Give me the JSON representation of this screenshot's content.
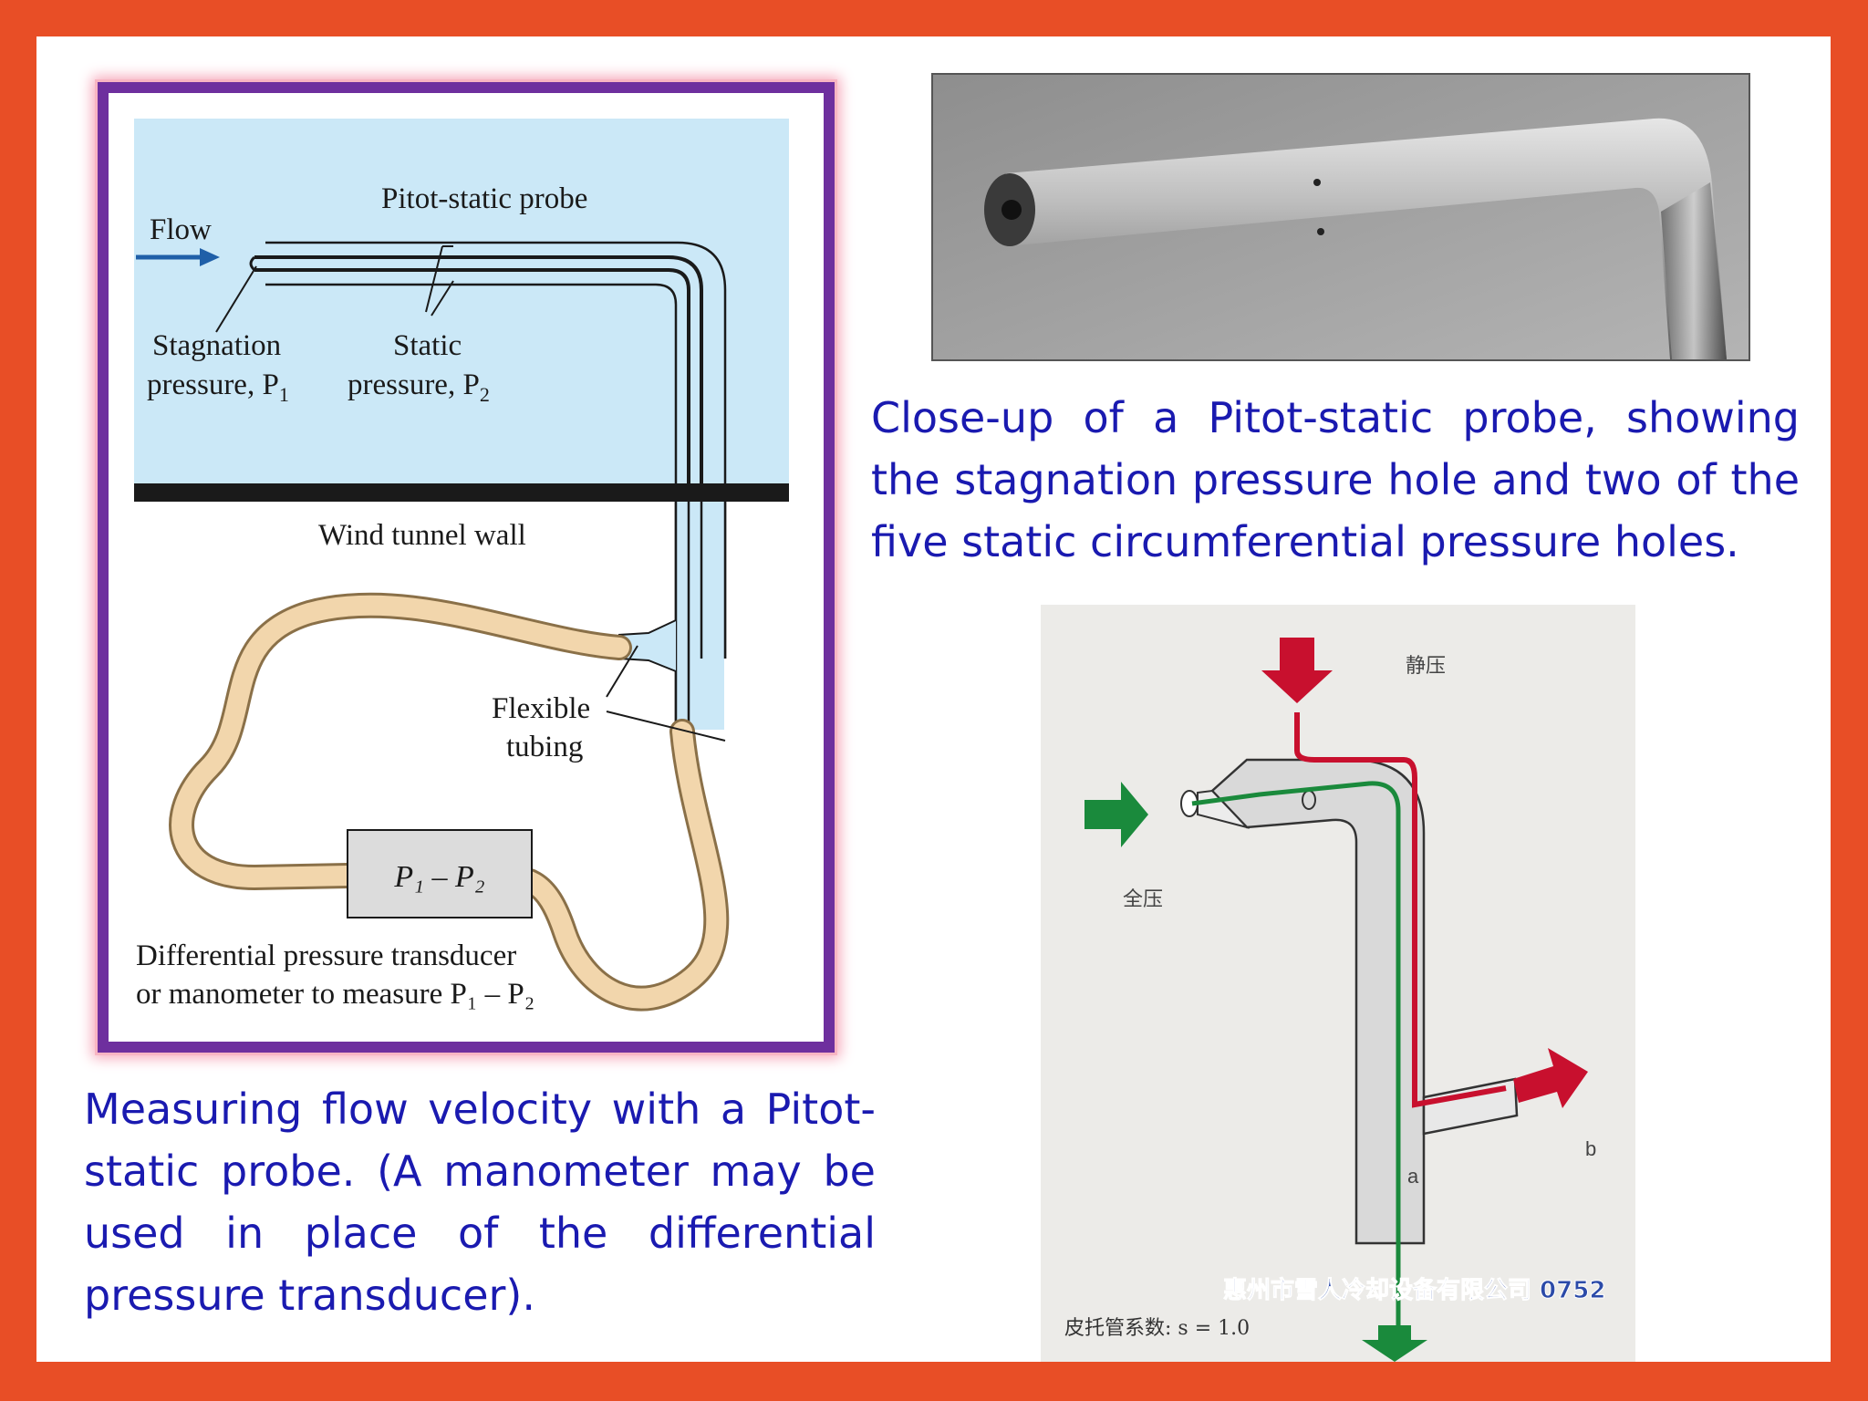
{
  "diagram": {
    "probe_label": "Pitot-static probe",
    "flow_label": "Flow",
    "stagnation_label_line1": "Stagnation",
    "stagnation_label_line2": "pressure, P",
    "stagnation_sub": "1",
    "static_label_line1": "Static",
    "static_label_line2": "pressure, P",
    "static_sub": "2",
    "wall_label": "Wind tunnel wall",
    "tubing_line1": "Flexible",
    "tubing_line2": "tubing",
    "transducer_label": "P₁ – P₂",
    "transducer_caption_line1": "Differential pressure transducer",
    "transducer_caption_line2": "or manometer to measure P₁ – P₂"
  },
  "captions": {
    "right": "Close-up of a Pitot-static probe, showing the stagnation pressure hole and two of the five static circumferential pressure holes.",
    "left": "Measuring flow velocity with a Pitot-static probe. (A manometer may be used in place of the differential pressure transducer)."
  },
  "illustration": {
    "static_label": "静压",
    "total_label": "全压",
    "label_a": "a",
    "label_b": "b",
    "company": "惠州市雪人冷却设备有限公司  0752",
    "coefficient": "皮托管系数: s = 1.0"
  },
  "colors": {
    "border": "#e84e26",
    "frame": "#6e2f9e",
    "caption_text": "#1a1ab0",
    "sky": "#cbe8f7",
    "tubing": "#f2d6ac",
    "green_arrow": "#1a8a3c",
    "red_arrow": "#c8102e"
  }
}
